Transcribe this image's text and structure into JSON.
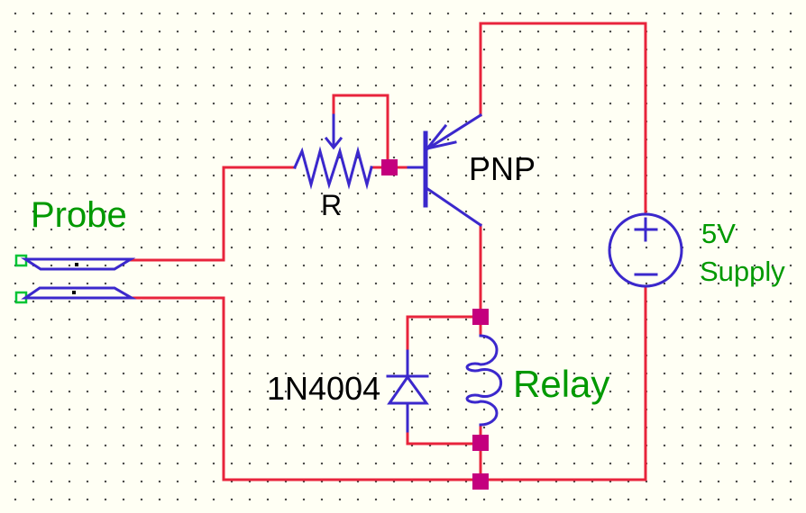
{
  "canvas": {
    "background_color": "#FFFFF4",
    "grid_dot_color": "#3C3C3C",
    "wire_color": "#E8243C",
    "symbol_color": "#3B28CC",
    "junction_color": "#C4007E",
    "probe_pin_color": "#00C435",
    "green_label_color": "#009900",
    "black_label_color": "#000000"
  },
  "labels": {
    "probe": "Probe",
    "resistor": "R",
    "transistor": "PNP",
    "diode": "1N4004",
    "relay": "Relay",
    "supply_line1": "5V",
    "supply_line2": "Supply"
  }
}
